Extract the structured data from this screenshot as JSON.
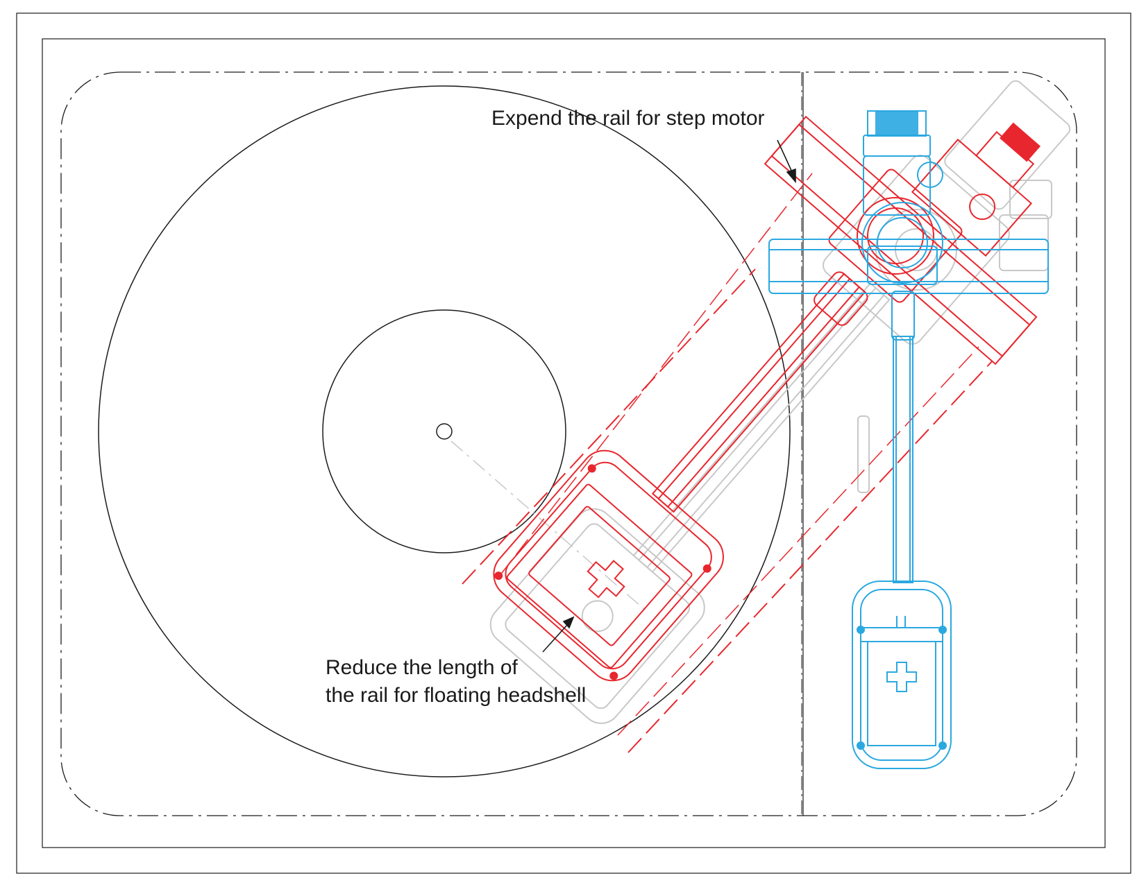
{
  "annotations": {
    "top": "Expend the rail for step motor",
    "bottom_line1": "Reduce the length of",
    "bottom_line2": "the rail for floating headshell"
  },
  "colors": {
    "outline": "#1a1a1a",
    "proposed": "#e8262d",
    "current": "#2aa8e0",
    "reference": "#c8c8c8",
    "proposed_fill": "#e8262d",
    "current_fill": "#2aa8e0"
  }
}
